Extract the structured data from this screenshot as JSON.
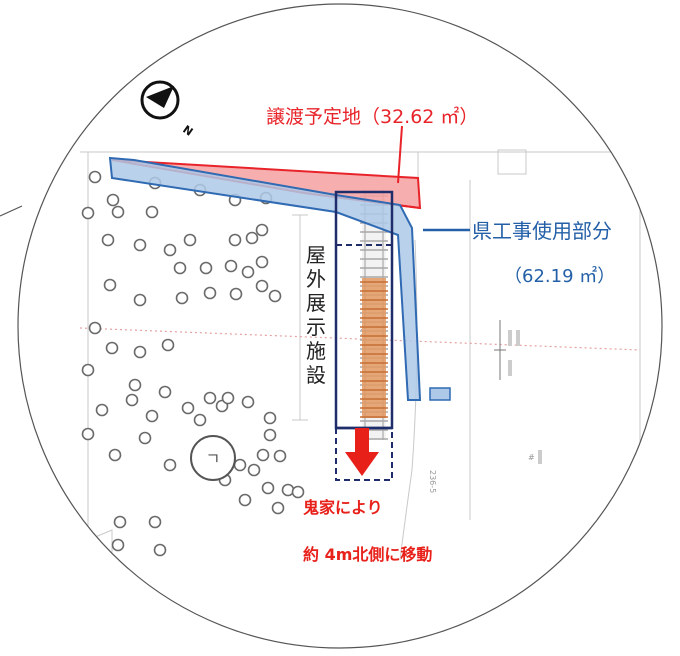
{
  "labels": {
    "transfer_area": "譲渡予定地（32.62 ㎡）",
    "prefecture_area": "県工事使用部分",
    "prefecture_area_size": "（62.19 ㎡）",
    "facility_vertical": "屋外展示施設",
    "note_line1": "鬼家により",
    "note_line2": "約 4m北側に移動",
    "compass_letter": "N",
    "map_code": "236-5",
    "map_small_1": "1",
    "map_small_2": "#"
  },
  "colors": {
    "red_area_fill": "#f4a0a0",
    "red_area_stroke": "#e8242a",
    "blue_area_fill": "#aec9e8",
    "blue_area_stroke": "#2f6ab3",
    "navy_frame": "#1f2d6b",
    "arrow_red": "#e8201a",
    "rail_orange": "#e39a62",
    "label_red": "#e8242a",
    "label_blue": "#2460a7"
  },
  "icons": [
    "compass-icon",
    "arrow-down-icon"
  ]
}
